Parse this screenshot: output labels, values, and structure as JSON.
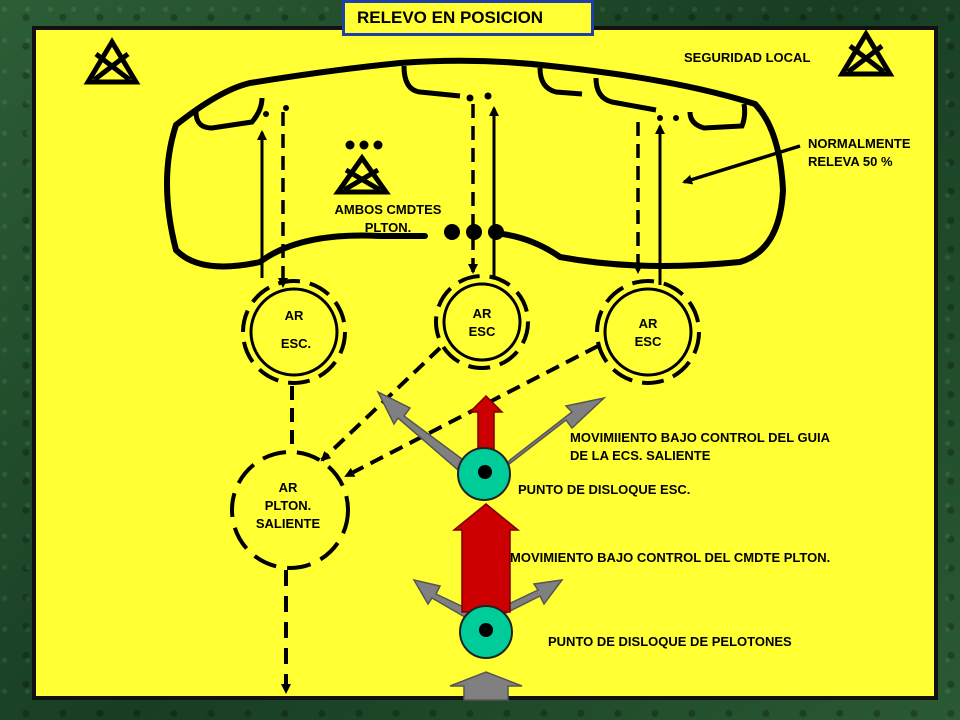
{
  "title": "RELEVO EN POSICION",
  "labels": {
    "seguridad_local": "SEGURIDAD LOCAL",
    "normalmente_1": "NORMALMENTE",
    "normalmente_2": "RELEVA 50 %",
    "ambos_1": "AMBOS CMDTES",
    "ambos_2": "PLTON.",
    "ar_esc_left_1": "AR",
    "ar_esc_left_2": "ESC.",
    "ar_esc_mid_1": "AR",
    "ar_esc_mid_2": "ESC",
    "ar_esc_right_1": "AR",
    "ar_esc_right_2": "ESC",
    "ar_plton_1": "AR",
    "ar_plton_2": "PLTON.",
    "ar_plton_3": "SALIENTE",
    "mov_guia_1": "MOVIMIIENTO BAJO CONTROL DEL GUIA",
    "mov_guia_2": "DE LA ECS. SALIENTE",
    "punto_esc": "PUNTO DE DISLOQUE ESC.",
    "mov_cmdte": "MOVIMIENTO BAJO CONTROL DEL CMDTE PLTON.",
    "punto_pelotones": "PUNTO DE DISLOQUE DE PELOTONES"
  },
  "colors": {
    "panel": "#ffff33",
    "arrow_red": "#cc0000",
    "arrow_gray": "#808080",
    "dislocation_point": "#00cc99"
  }
}
